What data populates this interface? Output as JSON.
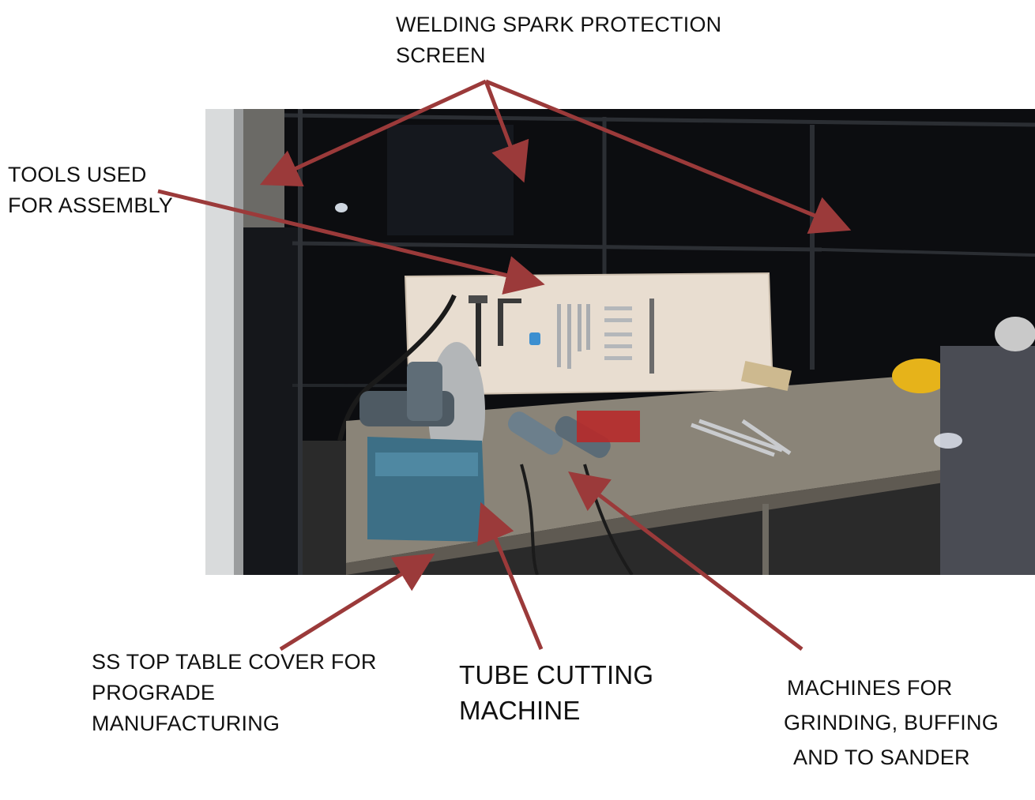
{
  "labels": {
    "welding_screen": [
      "WELDING SPARK PROTECTION",
      "SCREEN"
    ],
    "tools": [
      "TOOLS USED",
      "FOR ASSEMBLY"
    ],
    "table_cover": [
      "SS TOP TABLE COVER FOR",
      "PROGRADE",
      "MANUFACTURING"
    ],
    "tube_cutter": [
      "TUBE CUTTING",
      "MACHINE"
    ],
    "grinders": [
      "MACHINES FOR",
      "GRINDING, BUFFING",
      "AND TO SANDER"
    ]
  },
  "colors": {
    "arrow": "#9b3a3a",
    "screen": "#0c0d10",
    "board": "#e8ddd0",
    "table": "#8a8478",
    "machine": "#3d6f86"
  }
}
